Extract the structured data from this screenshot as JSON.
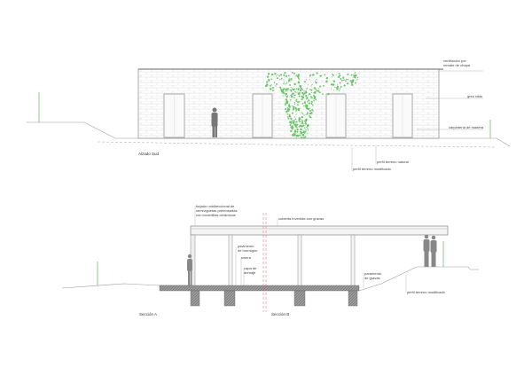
{
  "elevation": {
    "title": "Alzado Sud",
    "labels": {
      "vent1": "ventilación por",
      "vent2": "remate de chapa",
      "wall": "gres visto",
      "carp": "carpintería de madera",
      "natural": "perfil terreno natural",
      "modif": "perfil terreno modificado"
    }
  },
  "section": {
    "title_a": "Sección A",
    "title_b": "Sección B",
    "labels": {
      "forjado1": "forjado unidireccional de",
      "forjado2": "semiviguetas pretensadas",
      "forjado3": "con bovedillas cerámicas",
      "cubierta": "cubierta invertida con gravas",
      "pav1": "pavimento",
      "pav2": "de hormigón",
      "solera": "solera",
      "capa1": "capa de",
      "capa2": "drenaje",
      "grava1": "paramento",
      "grava2": "de gravas",
      "modif": "perfil terreno modificado"
    }
  },
  "colors": {
    "line": "#888888",
    "plant": "#5cb85c",
    "person": "#777777",
    "cut": "#e06060"
  }
}
